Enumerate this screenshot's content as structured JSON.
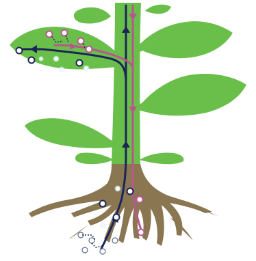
{
  "colors": {
    "leaf": "#6abf4b",
    "stem": "#6abf4b",
    "stem_edge": "#4f9a37",
    "root": "#8a7752",
    "upward_flow": "#1c2557",
    "downward_flow": "#b8578f",
    "particle_fill": "#ffffff",
    "particle_glow": "#d8ecff",
    "background": "#ffffff"
  },
  "flows": [
    {
      "id": "upward",
      "color_key": "upward_flow",
      "arrow_direction": "up"
    },
    {
      "id": "downward",
      "color_key": "downward_flow",
      "arrow_direction": "down"
    }
  ],
  "particles": [
    {
      "group": "leaf",
      "style": "dark-ring"
    },
    {
      "group": "leaf",
      "style": "pink-ring"
    },
    {
      "group": "leaf",
      "style": "glow"
    },
    {
      "group": "root",
      "style": "dark-ring"
    },
    {
      "group": "root",
      "style": "pink-ring"
    },
    {
      "group": "root",
      "style": "outline-light"
    }
  ]
}
